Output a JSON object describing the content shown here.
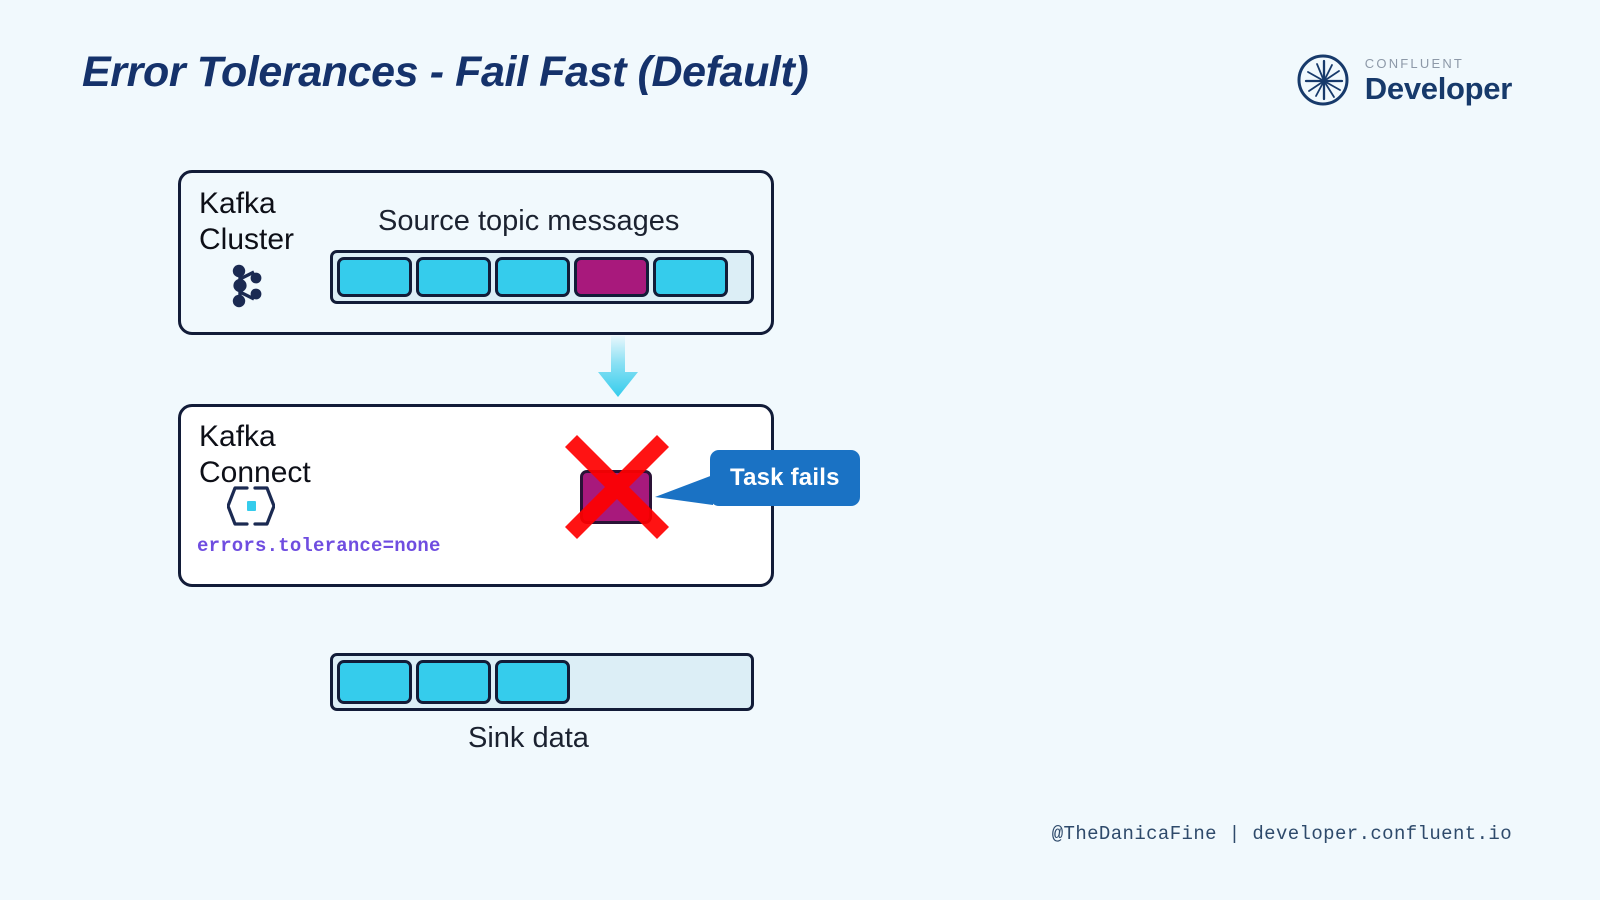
{
  "slide": {
    "title": "Error Tolerances - Fail Fast (Default)",
    "background_color": "#f1f9fd"
  },
  "logo": {
    "kicker": "CONFLUENT",
    "word": "Developer",
    "mark_icon": "confluent-starburst-icon",
    "kicker_color": "#8d99a8",
    "word_color": "#173a6b"
  },
  "cluster_panel": {
    "label": "Kafka\nCluster",
    "icon": "kafka-logo-icon",
    "topic_caption": "Source topic messages",
    "cells": [
      {
        "state": "ok",
        "color": "#35ccec"
      },
      {
        "state": "ok",
        "color": "#35ccec"
      },
      {
        "state": "ok",
        "color": "#35ccec"
      },
      {
        "state": "bad",
        "color": "#a8197c"
      },
      {
        "state": "ok",
        "color": "#35ccec"
      }
    ]
  },
  "flow": {
    "arrow_icon": "down-arrow-icon",
    "arrow_color": "#35ccec"
  },
  "connect_panel": {
    "label": "Kafka\nConnect",
    "icon": "kafka-connect-icon",
    "config": "errors.tolerance=none",
    "config_color": "#6f4de0",
    "failed_record_color": "#a8197c",
    "x_mark_icon": "red-x-icon",
    "x_mark_color": "#ff0000"
  },
  "callout": {
    "text": "Task fails",
    "background_color": "#1a72c4",
    "text_color": "#ffffff"
  },
  "sink": {
    "caption": "Sink data",
    "cells": [
      {
        "state": "ok",
        "color": "#35ccec"
      },
      {
        "state": "ok",
        "color": "#35ccec"
      },
      {
        "state": "ok",
        "color": "#35ccec"
      }
    ],
    "empty_color": "#dceef6"
  },
  "footer": {
    "text": "@TheDanicaFine | developer.confluent.io"
  }
}
